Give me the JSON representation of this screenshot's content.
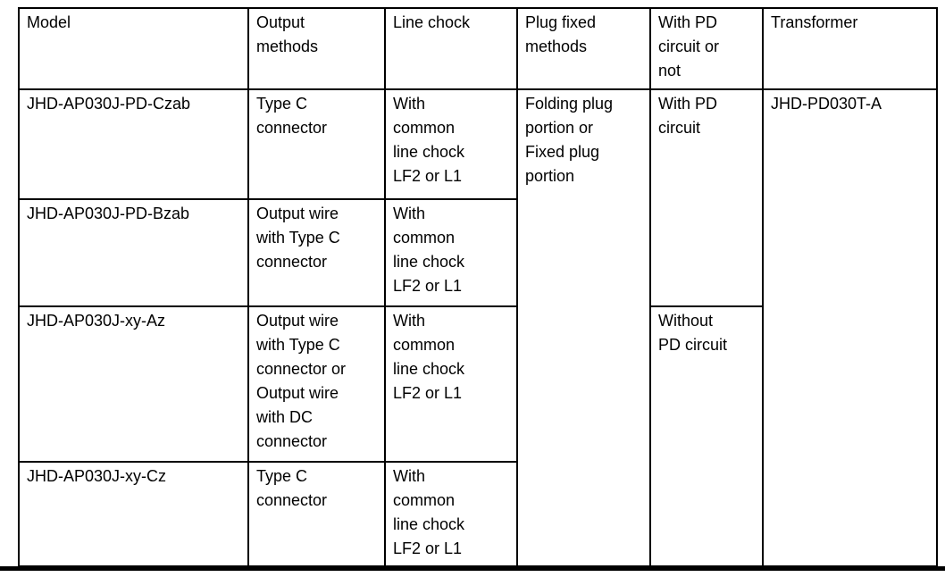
{
  "table": {
    "headers": [
      "Model",
      "Output\nmethods",
      "Line chock",
      "Plug fixed\nmethods",
      "With PD\ncircuit or\nnot",
      "Transformer"
    ],
    "rows": [
      {
        "model": "JHD-AP030J-PD-Czab",
        "output": "Type C\nconnector",
        "chock": "With\ncommon\nline chock\nLF2 or L1"
      },
      {
        "model": "JHD-AP030J-PD-Bzab",
        "output": "Output wire\nwith Type C\nconnector",
        "chock": "With\ncommon\nline chock\nLF2 or L1"
      },
      {
        "model": "JHD-AP030J-xy-Az",
        "output": "Output wire\nwith Type C\nconnector or\nOutput wire\nwith DC\nconnector",
        "chock": "With\ncommon\nline chock\nLF2 or L1"
      },
      {
        "model": "JHD-AP030J-xy-Cz",
        "output": "Type C\nconnector",
        "chock": "With\ncommon\nline chock\nLF2 or L1"
      }
    ],
    "merged": {
      "plug_fixed": "Folding plug\nportion or\nFixed plug\nportion",
      "pd_with": "With PD\ncircuit",
      "pd_without": "Without\nPD circuit",
      "transformer": "JHD-PD030T-A"
    },
    "colors": {
      "border": "#000000",
      "text": "#000000",
      "background": "#ffffff"
    }
  }
}
